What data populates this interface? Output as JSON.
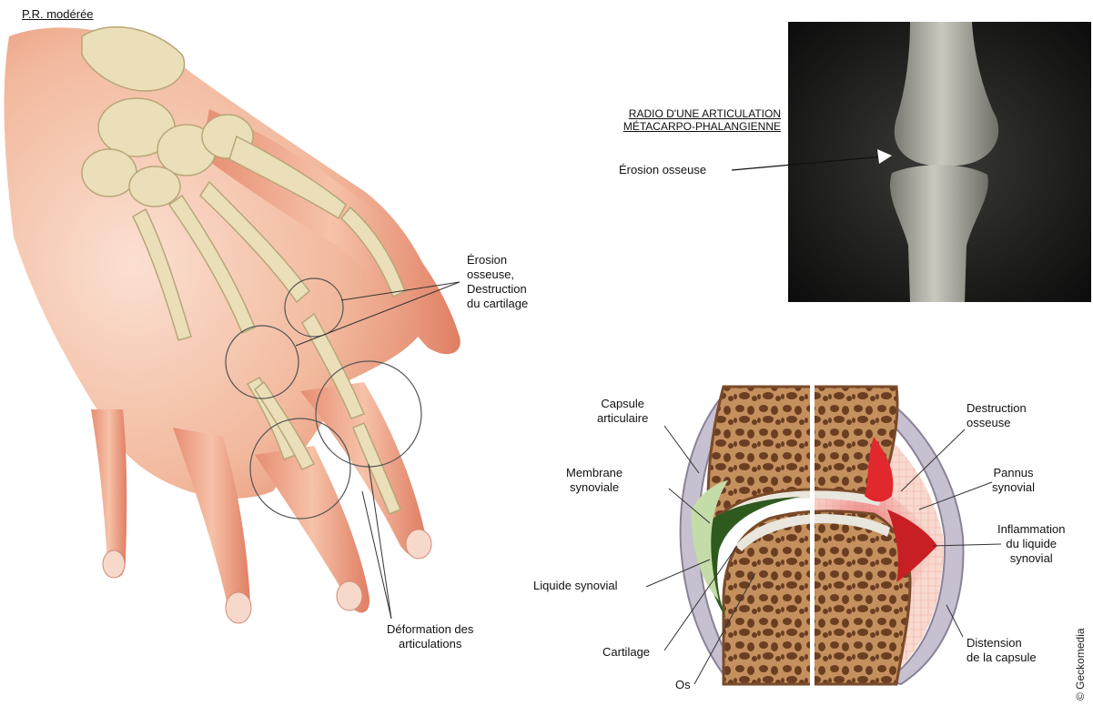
{
  "hand_panel": {
    "title": "P.R. modérée",
    "labels": {
      "erosion": "Érosion\nosseuse,\nDestruction\ndu cartilage",
      "deformation": "Déformation des\narticulations"
    }
  },
  "xray_panel": {
    "title_line1": "RADIO D'UNE ARTICULATION",
    "title_line2": "MÉTACARPO-PHALANGIENNE",
    "erosion_label": "Érosion osseuse"
  },
  "joint_panel": {
    "labels": {
      "capsule": "Capsule\narticulaire",
      "membrane": "Membrane\nsynoviale",
      "liquide": "Liquide synovial",
      "cartilage": "Cartilage",
      "os": "Os",
      "destruction": "Destruction\nosseuse",
      "pannus": "Pannus\nsynovial",
      "inflammation": "Inflammation\ndu liquide\nsynovial",
      "distension": "Distension\nde la capsule"
    }
  },
  "copyright": "© Geckomedia",
  "colors": {
    "skin": "#f2b89c",
    "skin_dark": "#e48f74",
    "bone": "#eadfb8",
    "bone_shadow": "#c9b98a",
    "xray_bg": "#111111",
    "xray_bone": "#b8b8ae",
    "spongy_bone": "#8a5430",
    "cortex": "#c48a5c",
    "synovium": "#2f5a1e",
    "inflammation": "#e0282d",
    "capsule": "#9a90a8"
  },
  "icons": [
    "xray-arrow-icon",
    "callout-circle-icon"
  ]
}
